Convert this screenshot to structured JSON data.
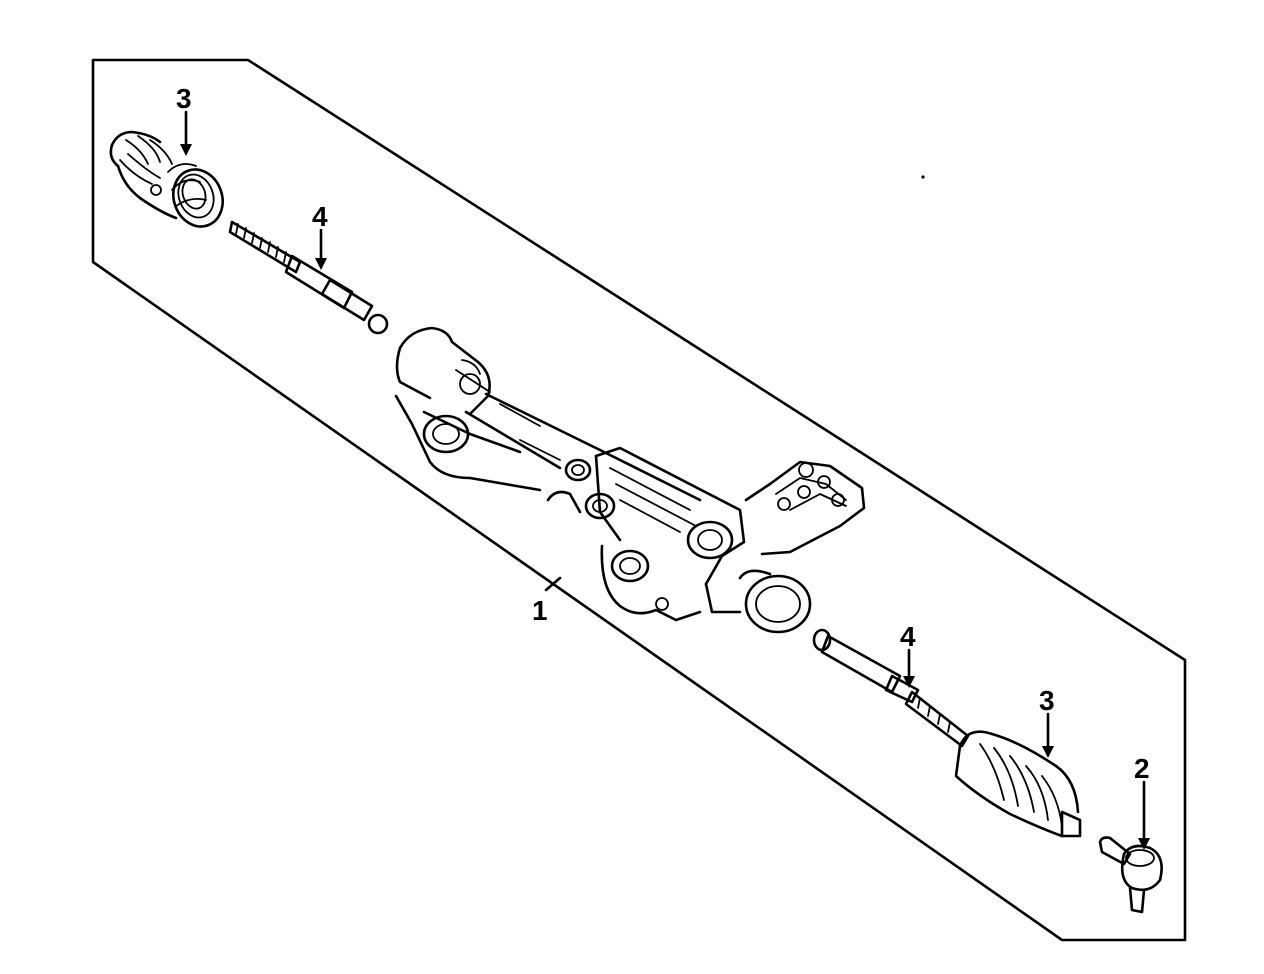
{
  "diagram": {
    "callouts": {
      "rack_assembly": "1",
      "tie_rod_end": "2",
      "boot_left": "3",
      "boot_right": "3",
      "inner_tie_rod_left": "4",
      "inner_tie_rod_right": "4"
    }
  }
}
